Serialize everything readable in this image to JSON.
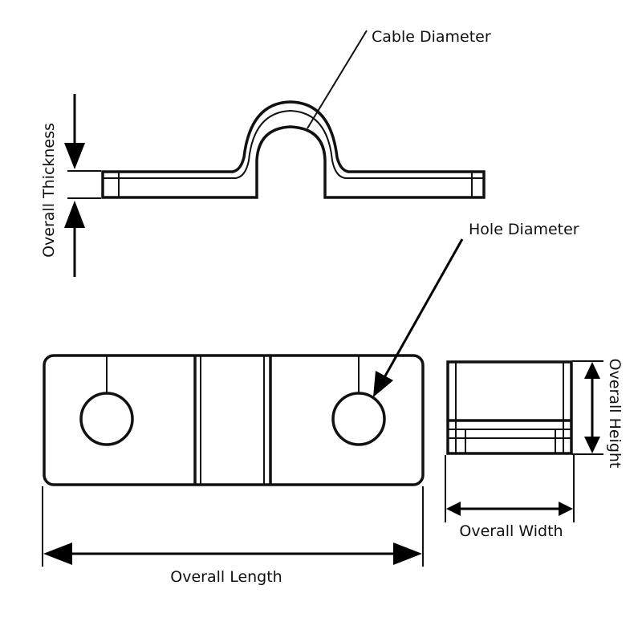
{
  "labels": {
    "cable_diameter": "Cable Diameter",
    "overall_thickness": "Overall Thickness",
    "hole_diameter": "Hole Diameter",
    "overall_height": "Overall Height",
    "overall_width": "Overall Width",
    "overall_length": "Overall Length"
  },
  "colors": {
    "line": "#111111",
    "background": "#ffffff"
  }
}
